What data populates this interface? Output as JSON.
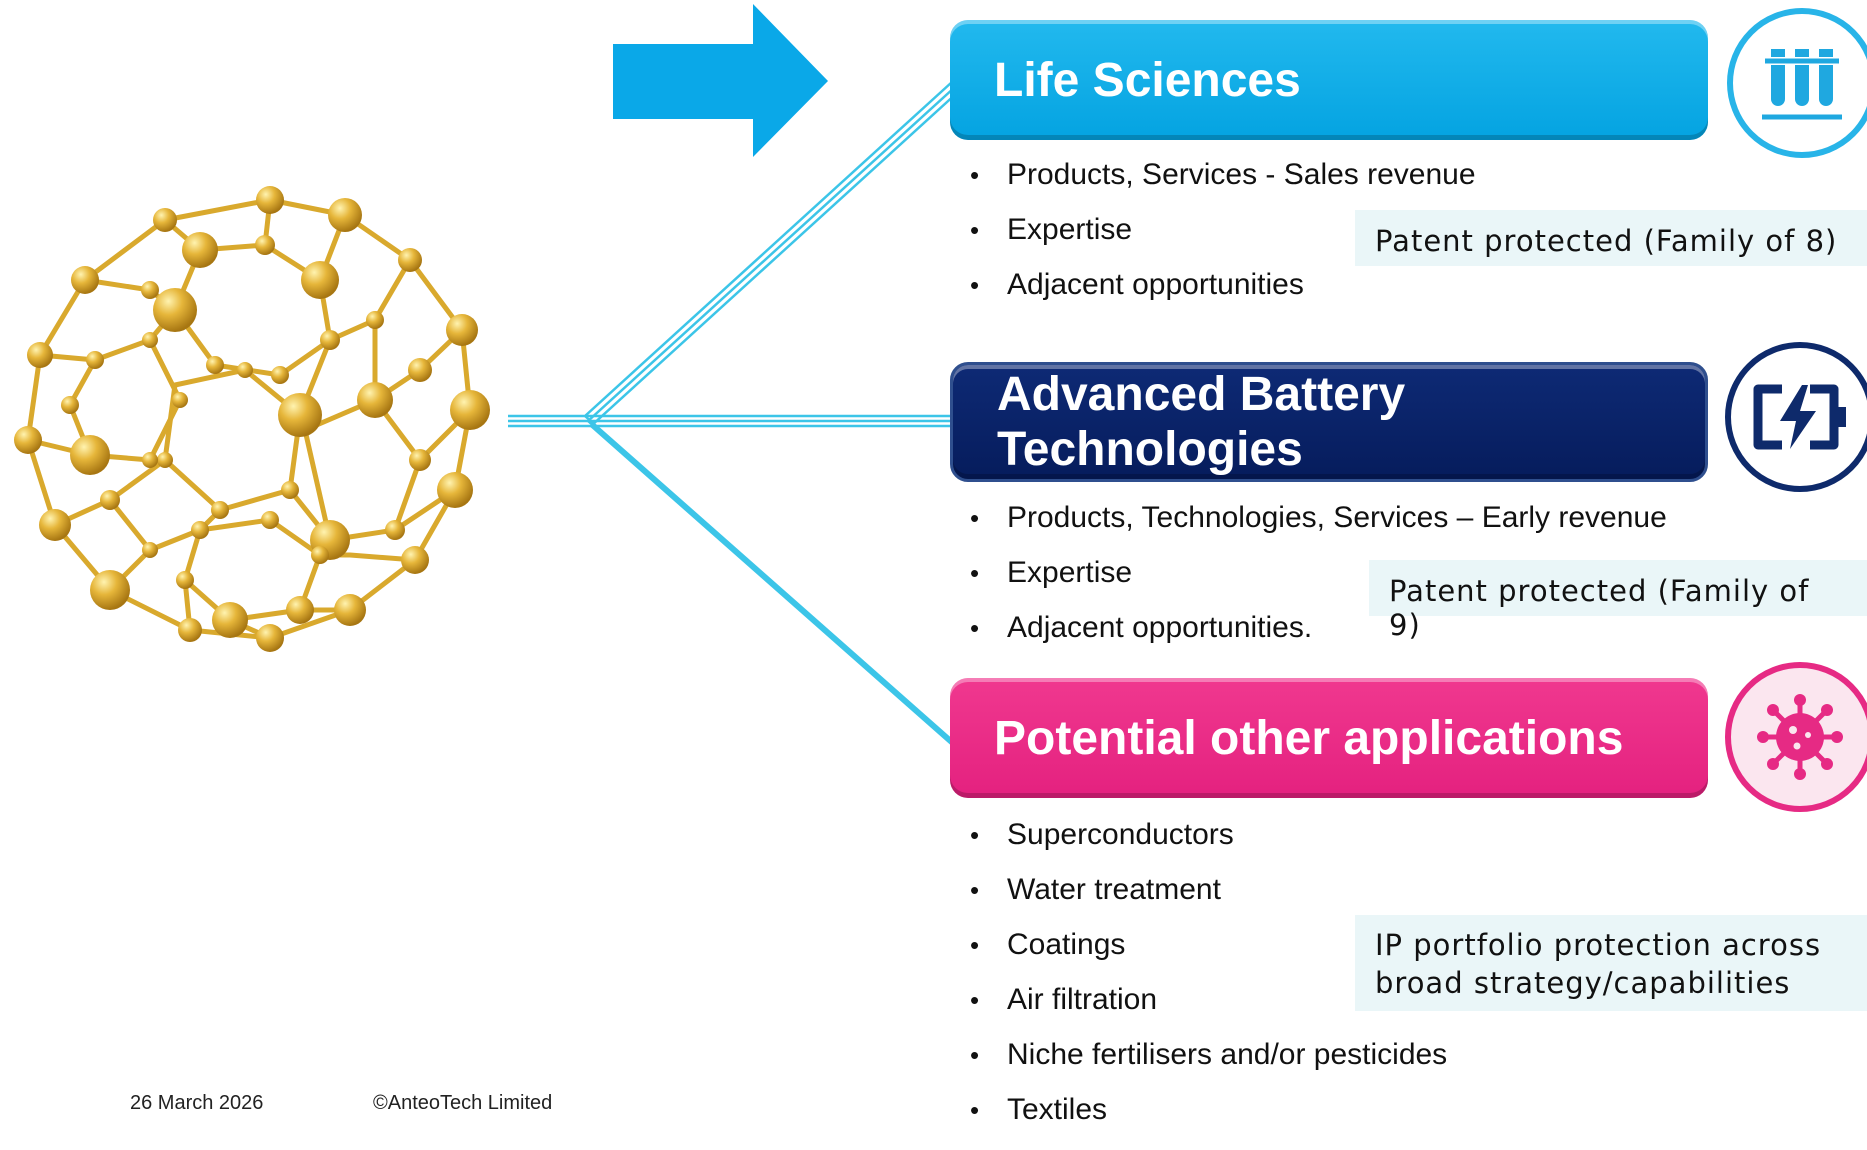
{
  "life_sciences": {
    "title": "Life Sciences",
    "bullets": [
      "Products, Services -  Sales revenue",
      "Expertise",
      "Adjacent opportunities"
    ],
    "patent": "Patent protected (Family of 8)",
    "icon": "test-tubes-icon",
    "color": "#04a3e1"
  },
  "battery": {
    "title": "Advanced Battery Technologies",
    "bullets": [
      "Products, Technologies, Services – Early revenue",
      "Expertise",
      "Adjacent opportunities."
    ],
    "patent": "Patent protected (Family of 9)",
    "icon": "battery-charging-icon",
    "color": "#061c5c"
  },
  "other": {
    "title": "Potential other applications",
    "bullets": [
      "Superconductors",
      "Water treatment",
      "Coatings",
      "Air filtration",
      "Niche fertilisers and/or pesticides",
      "Textiles"
    ],
    "patent": "IP portfolio protection across broad strategy/capabilities",
    "icon": "virus-icon",
    "color": "#e4217f"
  },
  "decorations": {
    "arrow": "right-arrow-icon",
    "molecule": "fullerene-molecule-icon",
    "arrow_color": "#0aa8e8",
    "line_color": "#36c3e6"
  },
  "footer": {
    "date": "26 March 2026",
    "copyright": "©AnteoTech Limited"
  }
}
